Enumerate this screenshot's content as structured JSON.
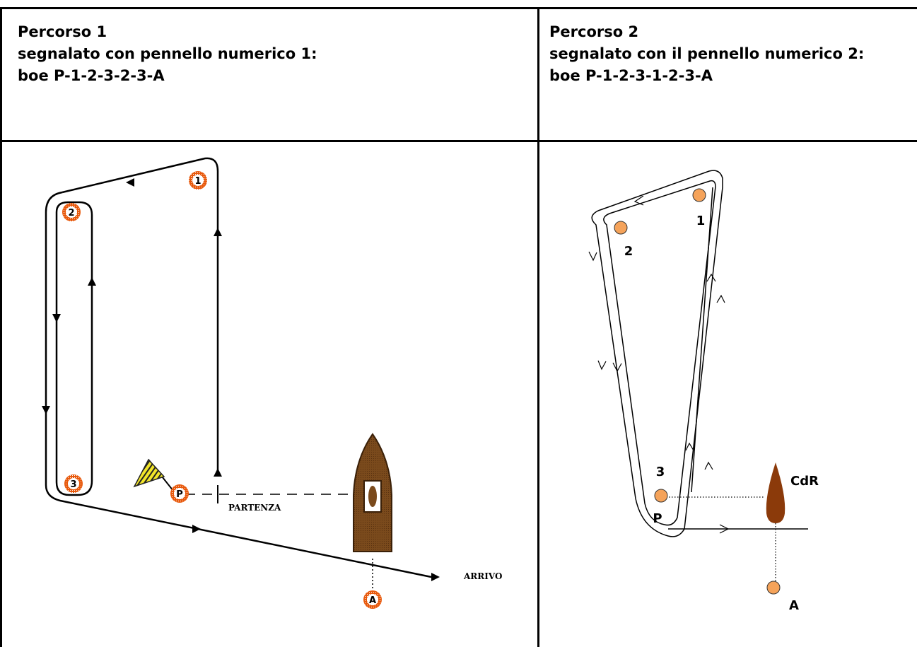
{
  "header": {
    "left": {
      "title": "Percorso 1",
      "subtitle": "segnalato con pennello numerico 1:",
      "sequence": "boe P-1-2-3-2-3-A"
    },
    "right": {
      "title": "Percorso 2",
      "subtitle": "segnalato con il pennello numerico 2:",
      "sequence": "boe P-1-2-3-1-2-3-A"
    }
  },
  "diagram1": {
    "buoys": [
      "1",
      "2",
      "3",
      "P",
      "A"
    ],
    "partenza": "PARTENZA",
    "arrivo": "ARRIVO",
    "colors": {
      "buoy_ring": "#e8590c",
      "boat": "#7a4a1c",
      "flag": "#f2e52a"
    }
  },
  "diagram2": {
    "buoys": [
      "1",
      "2",
      "3",
      "P",
      "A"
    ],
    "committee": "CdR",
    "colors": {
      "buoy": "#f5a35a",
      "boat": "#8b3a0a"
    }
  }
}
